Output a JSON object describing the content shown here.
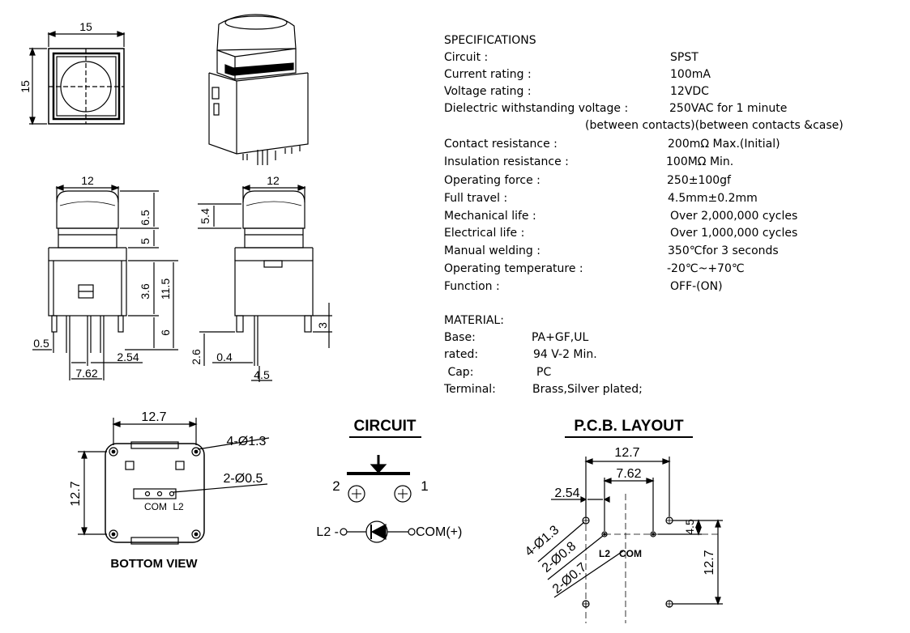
{
  "dims": {
    "top_width": "15",
    "top_height": "15",
    "front_width": "12",
    "front_cap": "6.5",
    "front_mid": "5",
    "front_body": "3.6",
    "front_total": "11.5",
    "front_pin": "6",
    "front_pin_offset": "0.5",
    "front_pitch_small": "2.54",
    "front_pitch_large": "7.62",
    "side_width": "12",
    "side_cap": "5.4",
    "side_pin_len": "3",
    "side_pin_gap": "2.6",
    "side_pin_thick": "0.4",
    "side_pin_pos": "4.5",
    "bottom_width": "12.7",
    "bottom_height": "12.7",
    "bottom_holes_large": "4-Ø1.3",
    "bottom_holes_small": "2-Ø0.5"
  },
  "bottom_view": {
    "title": "BOTTOM VIEW",
    "com_label": "COM",
    "l2_label": "L2"
  },
  "circuit": {
    "title": "CIRCUIT",
    "pin_left": "2",
    "pin_right": "1",
    "led_left": "L2 -",
    "led_right": "COM(+)"
  },
  "pcb": {
    "title": "P.C.B. LAYOUT",
    "dim_total": "12.7",
    "dim_mid": "7.62",
    "dim_small": "2.54",
    "dim_vert_small": "4.5",
    "dim_vert_total": "12.7",
    "hole_large": "4-Ø1.3",
    "hole_mid": "2-Ø0.8",
    "hole_small": "2-Ø0.7",
    "l2_label": "L2",
    "com_label": "COM"
  },
  "specs": {
    "heading": "SPECIFICATIONS",
    "rows": [
      {
        "label": "Circuit :",
        "value": "SPST"
      },
      {
        "label": "Current rating :",
        "value": "100mA"
      },
      {
        "label": "Voltage rating :",
        "value": "12VDC"
      },
      {
        "label": "Dielectric withstanding voltage :",
        "value": "250VAC for 1 minute"
      },
      {
        "label": "",
        "value": "(between contacts)(between contacts &case)"
      },
      {
        "label": "Contact resistance :",
        "value": "200mΩ   Max.(Initial)"
      },
      {
        "label": "Insulation resistance :",
        "value": "100MΩ   Min."
      },
      {
        "label": "Operating force :",
        "value": "250±100gf"
      },
      {
        "label": "Full travel :",
        "value": "4.5mm±0.2mm"
      },
      {
        "label": "Mechanical life :",
        "value": "Over 2,000,000 cycles"
      },
      {
        "label": "Electrical life :",
        "value": "Over 1,000,000 cycles"
      },
      {
        "label": "Manual welding :",
        "value": "350℃for 3 seconds"
      },
      {
        "label": "Operating temperature :",
        "value": "-20℃~+70℃"
      },
      {
        "label": "Function :",
        "value": "OFF-(ON)"
      }
    ]
  },
  "material": {
    "heading": "MATERIAL:",
    "rows": [
      {
        "label": "Base:",
        "value": "PA+GF,UL"
      },
      {
        "label": "rated:",
        "value": "94 V-2 Min."
      },
      {
        "label": " Cap:",
        "value": "PC"
      },
      {
        "label": "Terminal:",
        "value": "Brass,Silver plated;"
      }
    ]
  }
}
